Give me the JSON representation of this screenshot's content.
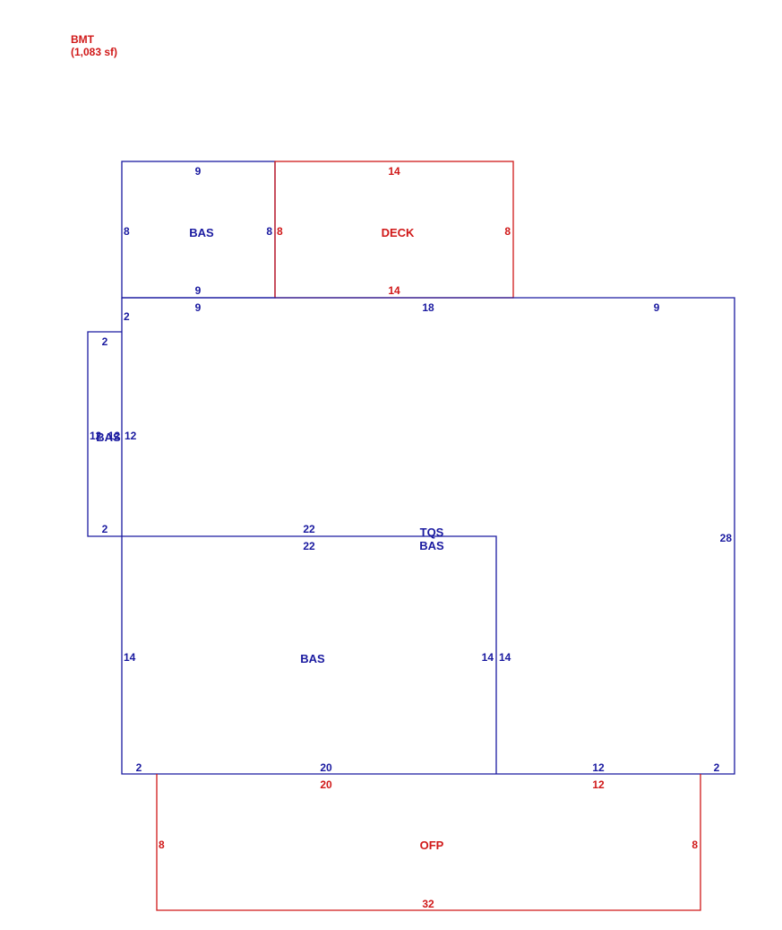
{
  "header": {
    "title": "BMT",
    "area": "(1,083 sf)"
  },
  "colors": {
    "living": "#1a1aa0",
    "exterior": "#d01818"
  },
  "areas": {
    "bas_top": "BAS",
    "deck": "DECK",
    "bas_side": "BAS",
    "tqs": "TQS",
    "bas_main": "BAS",
    "bas_lower": "BAS",
    "ofp": "OFP"
  },
  "dimensions": {
    "bas_top_top": "9",
    "bas_top_left": "8",
    "bas_top_right": "8",
    "bas_top_bottom": "9",
    "deck_top": "14",
    "deck_left": "8",
    "deck_right": "8",
    "deck_bottom": "14",
    "main_top_left": "9",
    "main_top_mid": "18",
    "main_top_right": "9",
    "main_left_upper": "2",
    "side_top": "2",
    "side_left": "12",
    "side_right": "12",
    "main_left_mid": "12",
    "side_bottom": "2",
    "step_top": "22",
    "step_bottom": "22",
    "main_right": "28",
    "lower_left": "14",
    "lower_right_inner": "14",
    "lower_right_outer": "14",
    "bottom_left_jog": "2",
    "bottom_mid": "20",
    "bottom_right": "12",
    "bottom_right_jog": "2",
    "ofp_top_left": "20",
    "ofp_top_right": "12",
    "ofp_left": "8",
    "ofp_right": "8",
    "ofp_bottom": "32"
  }
}
